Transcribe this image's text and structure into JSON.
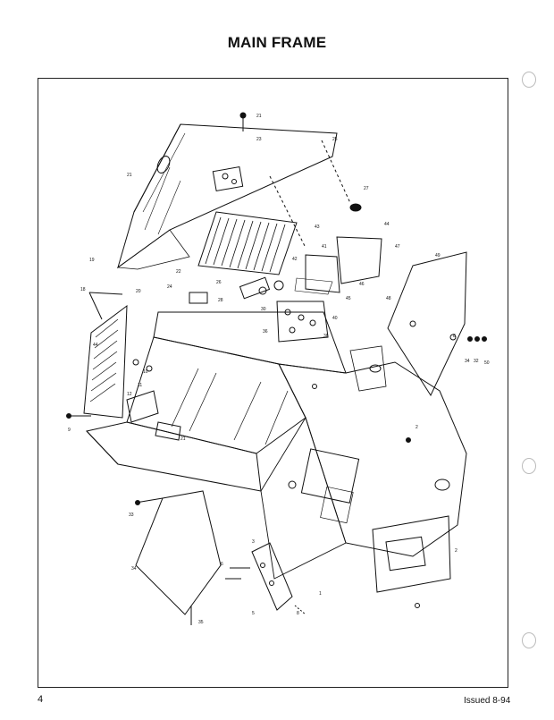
{
  "page": {
    "title": "MAIN FRAME",
    "page_number": "4",
    "issued": "Issued 8-94"
  },
  "callouts": {
    "c1": "21",
    "c2": "23",
    "c3": "25",
    "c4": "27",
    "c5": "19",
    "c6": "18",
    "c7": "20",
    "c8": "22",
    "c9": "24",
    "c10": "26",
    "c11": "28",
    "c12": "30",
    "c13": "32",
    "c14": "33",
    "c15": "34",
    "c16": "35",
    "c17": "36",
    "c18": "38",
    "c19": "40",
    "c20": "41",
    "c21": "42",
    "c22": "43",
    "c23": "44",
    "c24": "45",
    "c25": "46",
    "c26": "47",
    "c27": "48",
    "c28": "49",
    "c29": "50",
    "c30": "1",
    "c31": "2",
    "c32": "3",
    "c33": "5",
    "c34": "6",
    "c35": "8",
    "c36": "9",
    "c37": "10",
    "c38": "11",
    "c39": "12"
  }
}
